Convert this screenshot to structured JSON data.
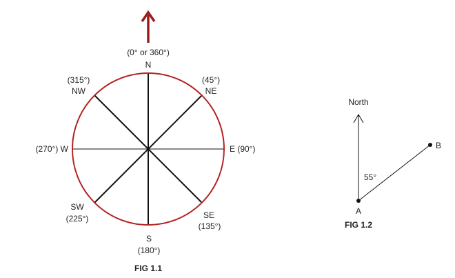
{
  "fig1": {
    "caption": "FIG 1.1",
    "north": {
      "degrees": "(0° or 360°)",
      "dir": "N"
    },
    "northeast": {
      "degrees": "(45°)",
      "dir": "NE"
    },
    "east": {
      "text": "E (90°)"
    },
    "southeast": {
      "dir": "SE",
      "degrees": "(135°)"
    },
    "south": {
      "dir": "S",
      "degrees": "(180°)"
    },
    "southwest": {
      "dir": "SW",
      "degrees": "(225°)"
    },
    "west": {
      "text": "(270°) W"
    },
    "northwest": {
      "degrees": "(315°)",
      "dir": "NW"
    }
  },
  "fig2": {
    "caption": "FIG 1.2",
    "north_label": "North",
    "point_a": "A",
    "point_b": "B",
    "angle_label": "55°"
  },
  "colors": {
    "circle": "#b22222",
    "north_arrow": "#9b1b1b",
    "lines": "#111111"
  }
}
